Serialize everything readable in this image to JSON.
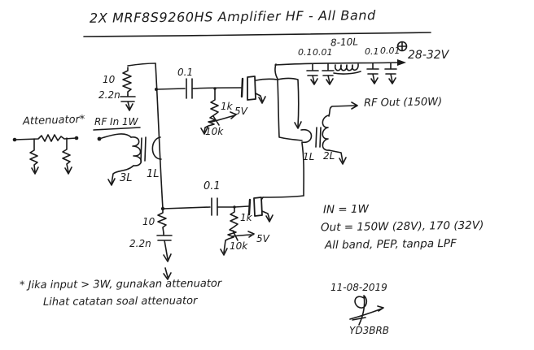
{
  "title": "2X MRF8S9260HS Amplifier HF - All Band",
  "power_rail": {
    "cap1_label": "0.1",
    "cap2_label": "0.01",
    "choke_label": "8-10L",
    "cap3_label": "0.1",
    "cap4_label": "0.01",
    "polarity_icon": "circle-plus",
    "voltage_label": "28-32V"
  },
  "attenuator": {
    "label": "Attenuator*"
  },
  "rf_input": {
    "label": "RF In 1W",
    "primary_label": "3L",
    "secondary_label": "1L"
  },
  "gate_top": {
    "series_r_label": "10",
    "series_c_label": "2.2n",
    "coupling_cap_label": "0.1",
    "bias_r_label": "1k",
    "bias_pot_label": "10k",
    "bias_v_label": "5V"
  },
  "gate_bottom": {
    "series_r_label": "10",
    "series_c_label": "2.2n",
    "coupling_cap_label": "0.1",
    "bias_r_label": "1k",
    "bias_pot_label": "10k",
    "bias_v_label": "5V"
  },
  "rf_output": {
    "label": "RF Out (150W)",
    "primary_label": "1L",
    "secondary_label": "2L"
  },
  "notes": {
    "line1": "IN = 1W",
    "line2": "Out = 150W (28V), 170 (32V)",
    "line3": "All band, PEP, tanpa LPF"
  },
  "footnote": {
    "line1": "* Jika input > 3W, gunakan attenuator",
    "line2": "Lihat catatan soal attenuator"
  },
  "date": "11-08-2019",
  "callsign": "YD3BRB"
}
